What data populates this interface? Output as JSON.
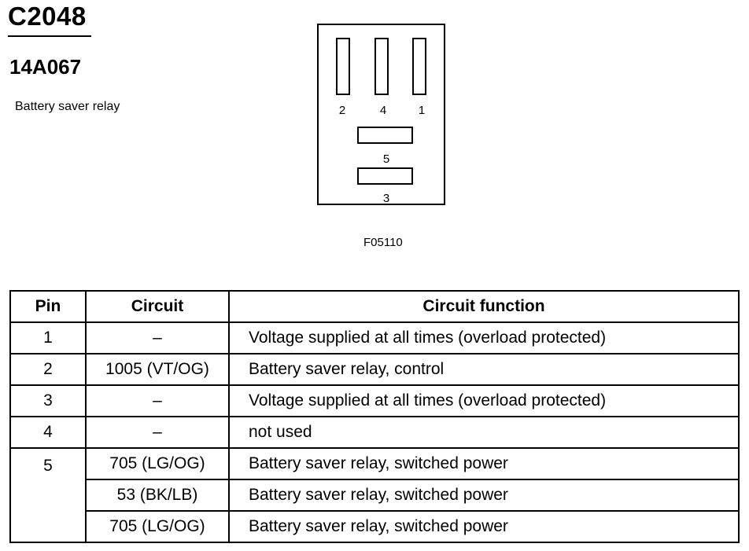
{
  "connector": {
    "id": "C2048",
    "part_number": "14A067",
    "component": "Battery saver relay",
    "figure_code": "F05110"
  },
  "connector_face": {
    "pin_labels": [
      "2",
      "4",
      "1",
      "5",
      "3"
    ]
  },
  "table": {
    "headers": [
      "Pin",
      "Circuit",
      "Circuit function"
    ],
    "rows": [
      {
        "pin": "1",
        "circuit": "–",
        "function": "Voltage supplied at all times (overload protected)"
      },
      {
        "pin": "2",
        "circuit": "1005 (VT/OG)",
        "function": "Battery saver relay, control"
      },
      {
        "pin": "3",
        "circuit": "–",
        "function": "Voltage supplied at all times (overload protected)"
      },
      {
        "pin": "4",
        "circuit": "–",
        "function": "not used"
      },
      {
        "pin": "5",
        "circuit": "705 (LG/OG)",
        "function": "Battery saver relay, switched power"
      },
      {
        "pin": "",
        "circuit": "53 (BK/LB)",
        "function": "Battery saver relay, switched power"
      },
      {
        "pin": "",
        "circuit": "705 (LG/OG)",
        "function": "Battery saver relay, switched power"
      }
    ]
  }
}
